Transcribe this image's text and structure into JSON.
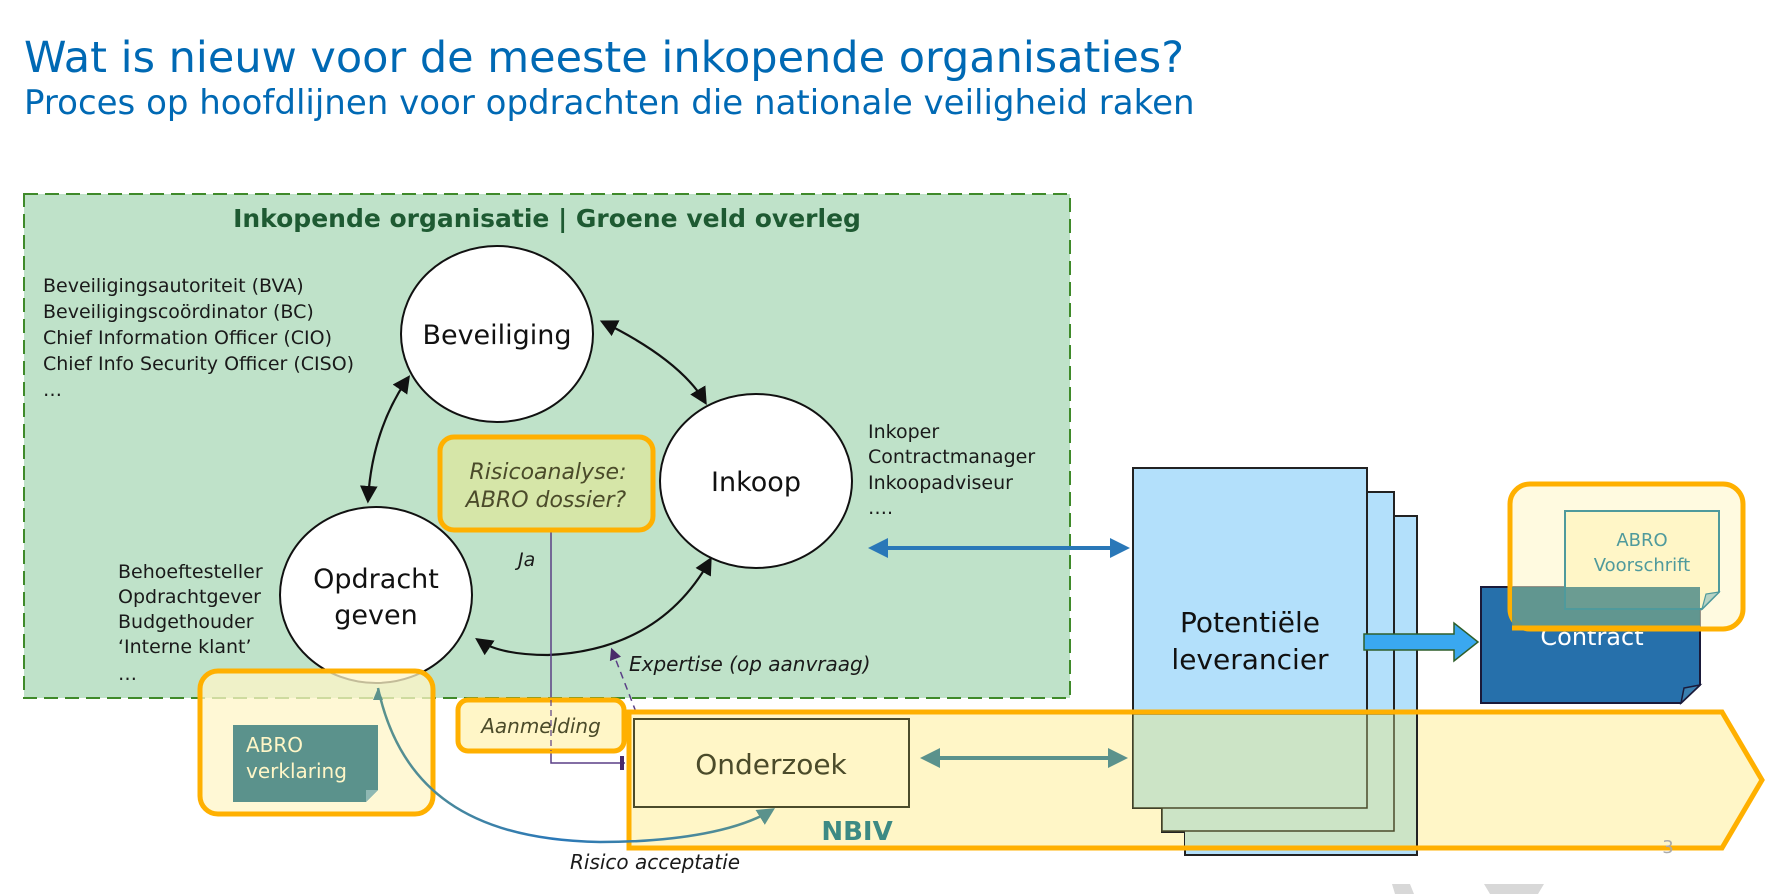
{
  "title": "Wat is nieuw voor de meeste inkopende organisaties?",
  "subtitle": "Proces op hoofdlijnen voor opdrachten die nationale veiligheid raken",
  "org_box": {
    "header": "Inkopende organisatie | Groene veld overleg"
  },
  "nodes": {
    "beveiliging": "Beveiliging",
    "inkoop": "Inkoop",
    "opdracht_line1": "Opdracht",
    "opdracht_line2": "geven"
  },
  "roles": {
    "beveiliging": [
      "Beveiligingsautoriteit (BVA)",
      "Beveiligingscoördinator (BC)",
      "Chief Information Officer (CIO)",
      "Chief Info Security Officer (CISO)",
      "…"
    ],
    "inkoop": [
      "Inkoper",
      "Contractmanager",
      "Inkoopadviseur",
      "…."
    ],
    "opdracht": [
      "Behoeftesteller",
      "Opdrachtgever",
      "Budgethouder",
      "‘Interne klant’",
      "…"
    ]
  },
  "risk_box": {
    "line1": "Risicoanalyse:",
    "line2": "ABRO dossier?"
  },
  "labels": {
    "ja": "Ja",
    "expertise": "Expertise (op aanvraag)",
    "aanmelding": "Aanmelding",
    "onderzoek": "Onderzoek",
    "nbiv": "NBIV",
    "risico_acceptatie": "Risico acceptatie",
    "leverancier_line1": "Potentiële",
    "leverancier_line2": "leverancier",
    "contract": "Contract",
    "verklaring_line1": "ABRO",
    "verklaring_line2": "verklaring",
    "voorschrift_line1": "ABRO",
    "voorschrift_line2": "Voorschrift",
    "page_number": "3"
  },
  "colors": {
    "title": "#0069b4",
    "green_field": "#bfe2c9",
    "green_border": "#3f8a2a",
    "highlight_orange": "#ffb000",
    "highlight_fill": "#fff6c7",
    "teal": "#5b928c",
    "supplier_blue": "#b3e0fb",
    "contract_blue": "#2670ab"
  }
}
